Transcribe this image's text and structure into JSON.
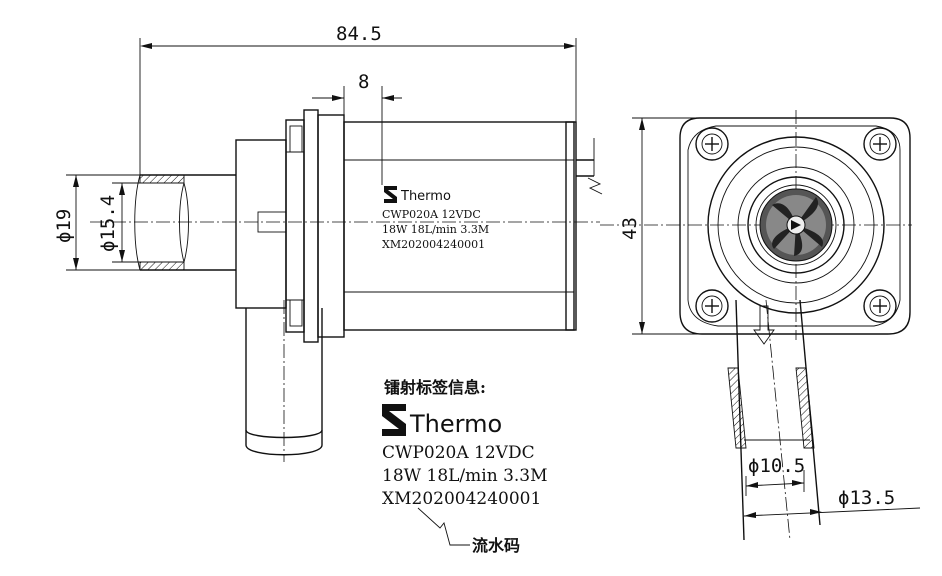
{
  "dimensions": {
    "overall_length": "84.5",
    "offset": "8",
    "outer_diameter": "ϕ19",
    "inner_diameter": "ϕ15.4",
    "height": "43",
    "outlet_inner": "ϕ10.5",
    "outlet_outer": "ϕ13.5"
  },
  "body_label": {
    "brand": "Thermo",
    "line1": "CWP020A 12VDC",
    "line2": "18W 18L/min 3.3M",
    "line3": "XM202004240001"
  },
  "laser_info": {
    "heading": "镭射标签信息:",
    "brand": "Thermo",
    "line1": "CWP020A 12VDC",
    "line2": "18W 18L/min 3.3M",
    "line3": "XM202004240001",
    "serial_callout": "流水码"
  }
}
